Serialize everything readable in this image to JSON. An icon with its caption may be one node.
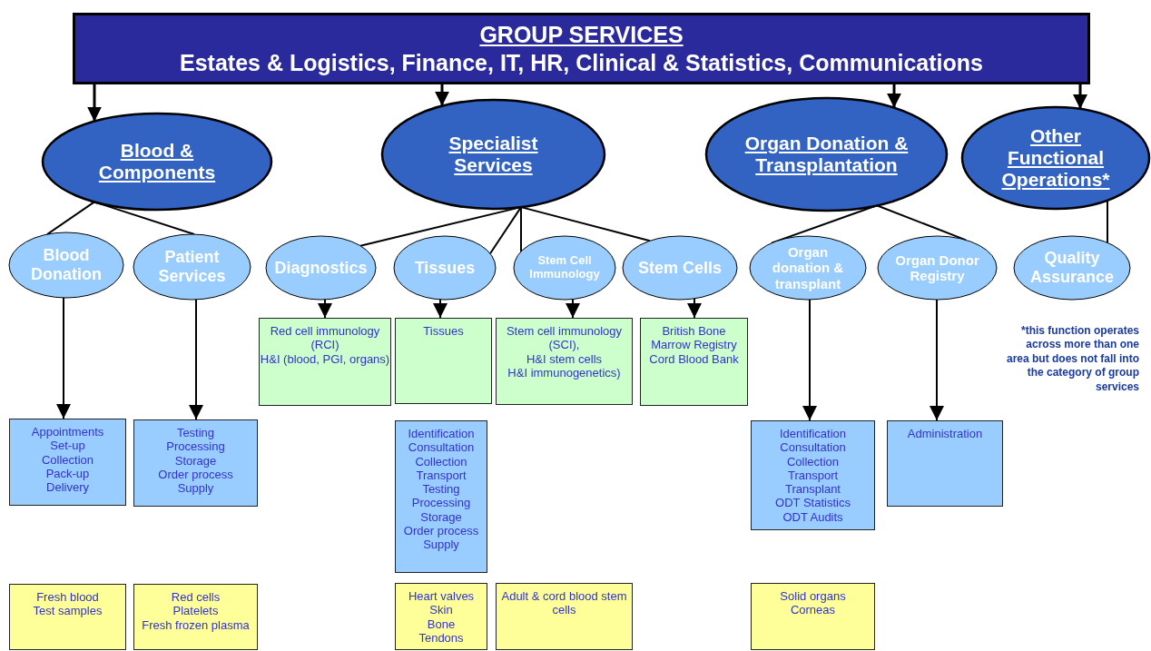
{
  "diagram": {
    "nodes": [
      {
        "text": [
          "GROUP SERVICES",
          "Estates & Logistics, Finance, IT, HR, Clinical & Statistics, Communications"
        ]
      },
      {
        "text": [
          "Blood & Components"
        ]
      },
      {
        "text": [
          "Specialist Services"
        ]
      },
      {
        "text": [
          "Organ Donation & Transplantation"
        ]
      },
      {
        "text": [
          "Other Functional Operations*"
        ]
      },
      {
        "text": [
          "Blood Donation"
        ]
      },
      {
        "text": [
          "Patient Services"
        ]
      },
      {
        "text": [
          "Diagnostics"
        ]
      },
      {
        "text": [
          "Tissues"
        ]
      },
      {
        "text": [
          "Stem Cell Immunology"
        ]
      },
      {
        "text": [
          "Stem Cells"
        ]
      },
      {
        "text": [
          "Organ donation & transplant"
        ]
      },
      {
        "text": [
          "Organ Donor Registry"
        ]
      },
      {
        "text": [
          "Quality Assurance"
        ]
      },
      {
        "text": [
          "Red cell immunology (RCI)",
          "H&I (blood, PGI, organs)"
        ]
      },
      {
        "text": [
          "Tissues"
        ]
      },
      {
        "text": [
          "Stem cell immunology (SCI),",
          "H&I stem cells",
          "H&I immunogenetics)"
        ]
      },
      {
        "text": [
          "British Bone Marrow Registry",
          "Cord Blood Bank"
        ]
      },
      {
        "text": [
          "Appointments",
          "Set-up",
          "Collection",
          "Pack-up",
          "Delivery"
        ]
      },
      {
        "text": [
          "Testing",
          "Processing",
          "Storage",
          "Order process",
          "Supply"
        ]
      },
      {
        "text": [
          "Identification",
          "Consultation",
          "Collection",
          "Transport",
          "Testing",
          "Processing",
          "Storage",
          "Order process",
          "Supply"
        ]
      },
      {
        "text": [
          "Identification",
          "Consultation",
          "Collection",
          "Transport",
          "Transplant",
          "ODT Statistics",
          "ODT Audits"
        ]
      },
      {
        "text": [
          "Administration"
        ]
      },
      {
        "text": [
          "Fresh blood",
          "Test samples"
        ]
      },
      {
        "text": [
          "Red cells",
          "Platelets",
          "Fresh frozen plasma"
        ]
      },
      {
        "text": [
          "Heart valves",
          "Skin",
          "Bone",
          "Tendons"
        ]
      },
      {
        "text": [
          "Adult & cord blood stem cells"
        ]
      },
      {
        "text": [
          "Solid organs",
          "Corneas"
        ]
      }
    ],
    "edges": [
      {
        "from": 0,
        "to": 1,
        "arrow": "to"
      },
      {
        "from": 0,
        "to": 2,
        "arrow": "to"
      },
      {
        "from": 0,
        "to": 3,
        "arrow": "to"
      },
      {
        "from": 0,
        "to": 4,
        "arrow": "to"
      },
      {
        "from": 1,
        "to": 5,
        "arrow": "none"
      },
      {
        "from": 1,
        "to": 6,
        "arrow": "none"
      },
      {
        "from": 2,
        "to": 7,
        "arrow": "none"
      },
      {
        "from": 2,
        "to": 8,
        "arrow": "none"
      },
      {
        "from": 2,
        "to": 9,
        "arrow": "none"
      },
      {
        "from": 2,
        "to": 10,
        "arrow": "none"
      },
      {
        "from": 3,
        "to": 11,
        "arrow": "none"
      },
      {
        "from": 3,
        "to": 12,
        "arrow": "none"
      },
      {
        "from": 4,
        "to": 13,
        "arrow": "none"
      },
      {
        "from": 5,
        "to": 18,
        "arrow": "to"
      },
      {
        "from": 6,
        "to": 19,
        "arrow": "to"
      },
      {
        "from": 7,
        "to": 14,
        "arrow": "to"
      },
      {
        "from": 8,
        "to": 15,
        "arrow": "to"
      },
      {
        "from": 9,
        "to": 16,
        "arrow": "to"
      },
      {
        "from": 10,
        "to": 17,
        "arrow": "to"
      },
      {
        "from": 11,
        "to": 21,
        "arrow": "to"
      },
      {
        "from": 12,
        "to": 22,
        "arrow": "to"
      }
    ],
    "labels": [
      "*this function operates across more than one area but does not fall into the category of group services"
    ]
  }
}
